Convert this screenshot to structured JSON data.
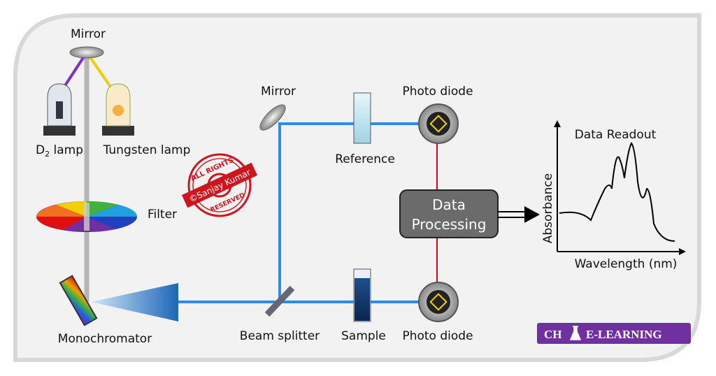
{
  "labels": {
    "mirror_top": "Mirror",
    "d2_lamp": {
      "main": "D",
      "sub": "2",
      "rest": " lamp"
    },
    "tungsten_lamp": "Tungsten lamp",
    "filter": "Filter",
    "monochromator": "Monochromator",
    "mirror_mid": "Mirror",
    "beam_splitter": "Beam splitter",
    "reference": "Reference",
    "sample": "Sample",
    "photo_diode_top": "Photo diode",
    "photo_diode_bottom": "Photo diode",
    "data_processing_line1": "Data",
    "data_processing_line2": "Processing",
    "data_readout": "Data Readout",
    "absorbance": "Absorbance",
    "wavelength": "Wavelength (nm)"
  },
  "stamp": {
    "top": "ALL RIGHTS",
    "band": "©Sanjay Kumar",
    "bottom": "RESERVED"
  },
  "logo": {
    "left": "CH",
    "right": "E-LEARNING"
  },
  "colors": {
    "beam": "#2e8be8",
    "signal": "#e0001b",
    "box": "#6b6b6b",
    "logo": "#7030a0",
    "stamp": "#d0141e"
  }
}
